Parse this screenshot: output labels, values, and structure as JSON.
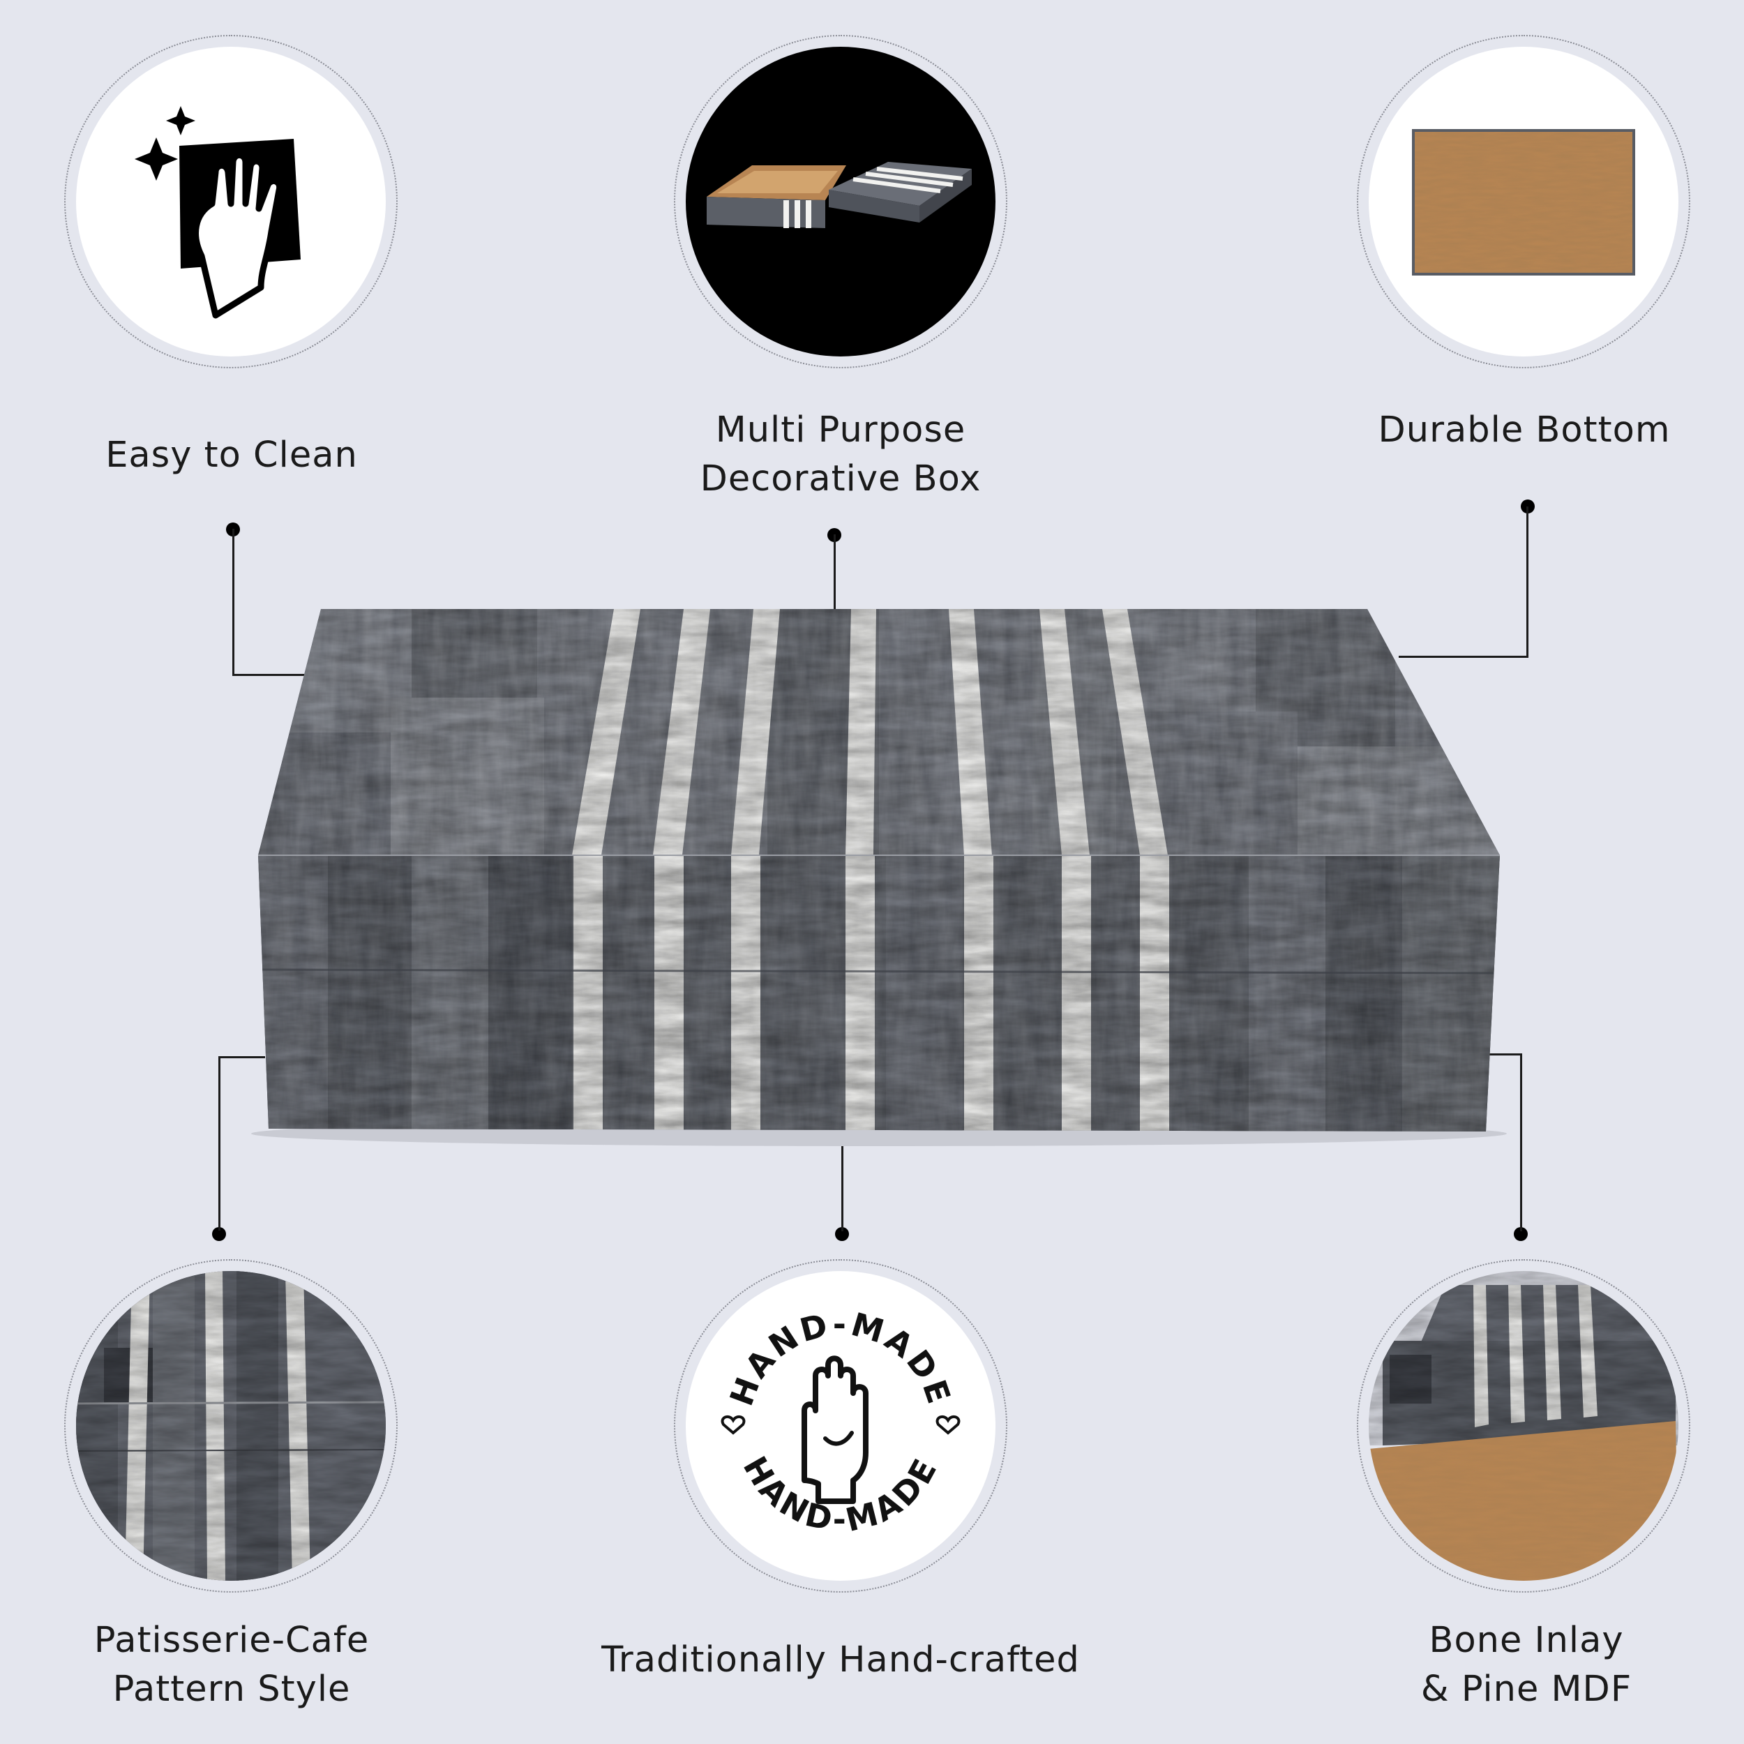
{
  "features": {
    "easy_clean": {
      "label": "Easy to Clean",
      "icon": "cleaning-cloth-hand-icon"
    },
    "multi_purpose": {
      "label_line1": "Multi Purpose",
      "label_line2": "Decorative Box",
      "image": "open-box-photo"
    },
    "durable_bottom": {
      "label": "Durable Bottom",
      "image": "pine-mdf-bottom-photo"
    },
    "pattern_style": {
      "label_line1": "Patisserie-Cafe",
      "label_line2": "Pattern Style",
      "image": "stripe-closeup-photo"
    },
    "hand_crafted": {
      "label": "Traditionally Hand-crafted",
      "stamp_text": "HAND-MADE",
      "icon": "hand-made-stamp-icon"
    },
    "bone_inlay": {
      "label_line1": "Bone Inlay",
      "label_line2": "& Pine MDF",
      "image": "inlay-corner-photo"
    }
  },
  "colors": {
    "background": "#e4e6ee",
    "bone_grey": "#6c7079",
    "bone_white": "#f2f2f0",
    "pine": "#b88553"
  }
}
